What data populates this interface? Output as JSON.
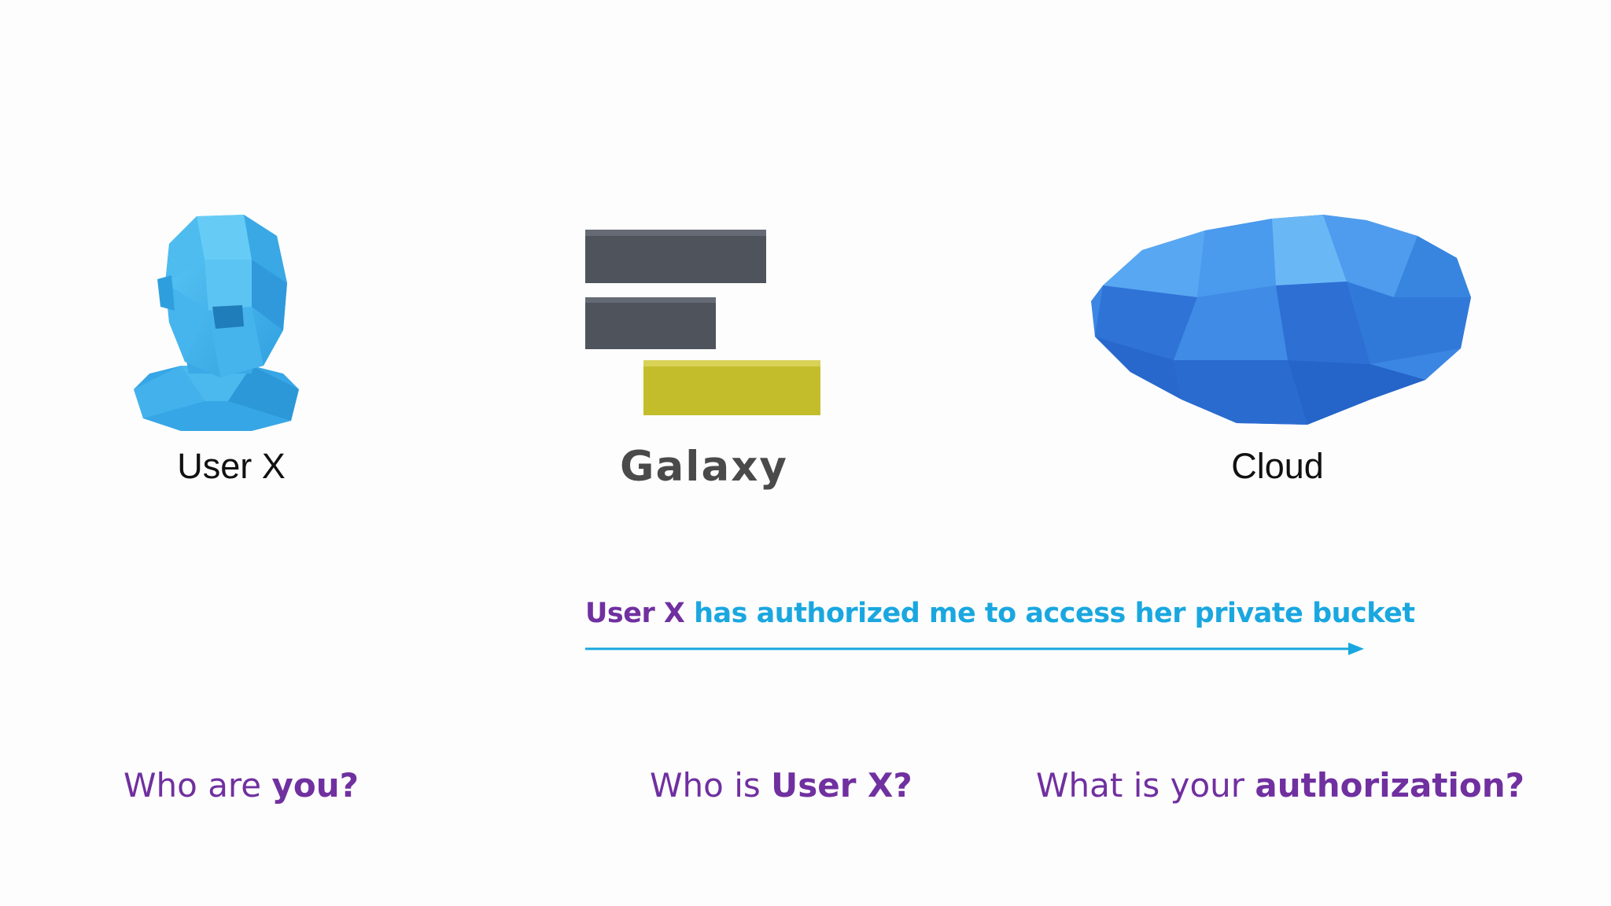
{
  "entities": {
    "user": {
      "label": "User X",
      "icon": "person-head-icon"
    },
    "galaxy": {
      "label": "Galaxy",
      "icon": "galaxy-logo"
    },
    "cloud": {
      "label": "Cloud",
      "icon": "cloud-icon"
    }
  },
  "message": {
    "part1": "User X",
    "part2": "has authorized me",
    "part3": "to access her private bucket"
  },
  "questions": {
    "user": {
      "normal": "Who are ",
      "bold": "you?"
    },
    "galaxy": {
      "normal": "Who is ",
      "bold": "User X?"
    },
    "cloud": {
      "normal": "What is your ",
      "bold": "authorization?"
    }
  },
  "colors": {
    "purple": "#7030a0",
    "cyan": "#1aa7e0",
    "head_blue": "#3fb0e8",
    "cloud_blue": "#3f8ee8",
    "galaxy_dark": "#4f535c",
    "galaxy_yellow": "#c3bd2c"
  }
}
